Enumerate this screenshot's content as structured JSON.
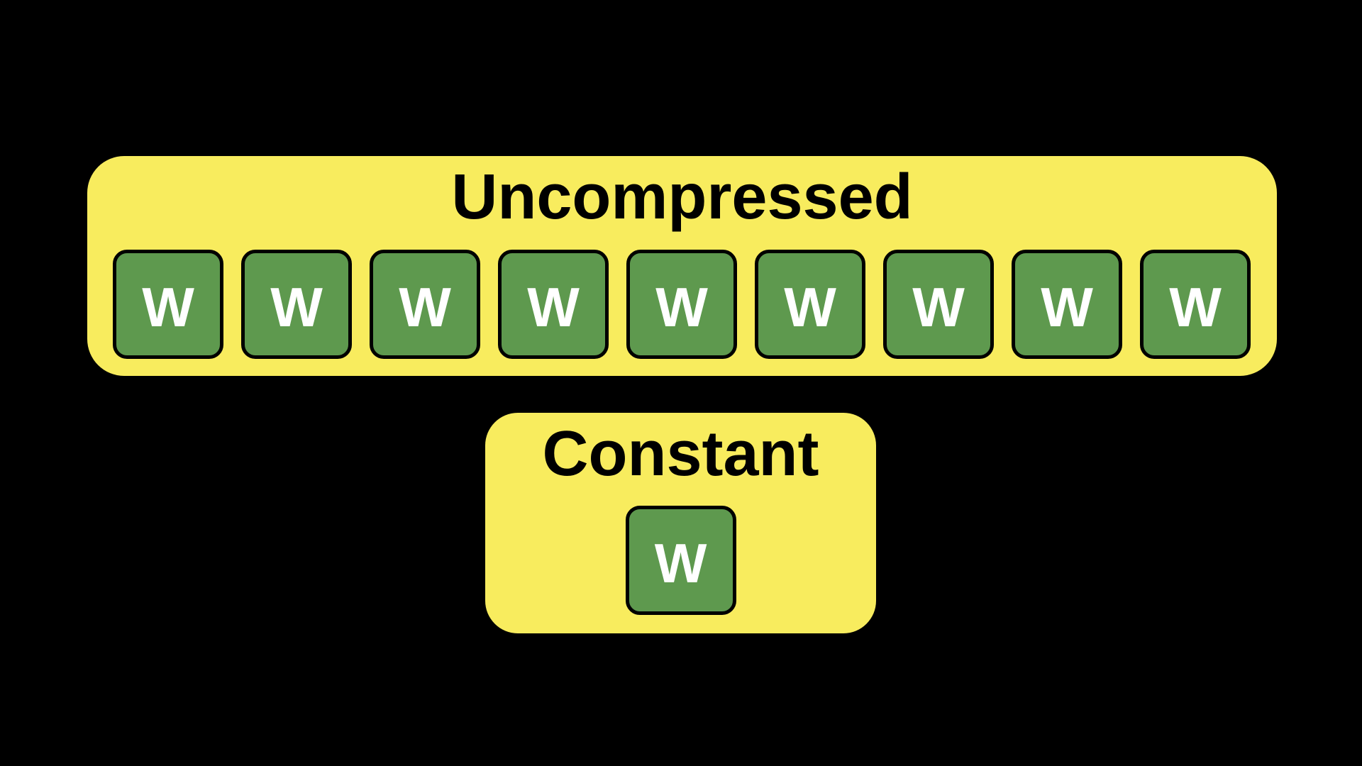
{
  "background_color": "#000000",
  "palette": {
    "container_fill": "#F8EC5E",
    "tile_fill": "#5E994E",
    "tile_border": "#000000",
    "tile_letter_color": "#FFFFFF",
    "title_color": "#000000"
  },
  "uncompressed": {
    "title": "Uncompressed",
    "tiles": [
      "W",
      "W",
      "W",
      "W",
      "W",
      "W",
      "W",
      "W",
      "W"
    ]
  },
  "constant": {
    "title": "Constant",
    "tiles": [
      "W"
    ]
  }
}
